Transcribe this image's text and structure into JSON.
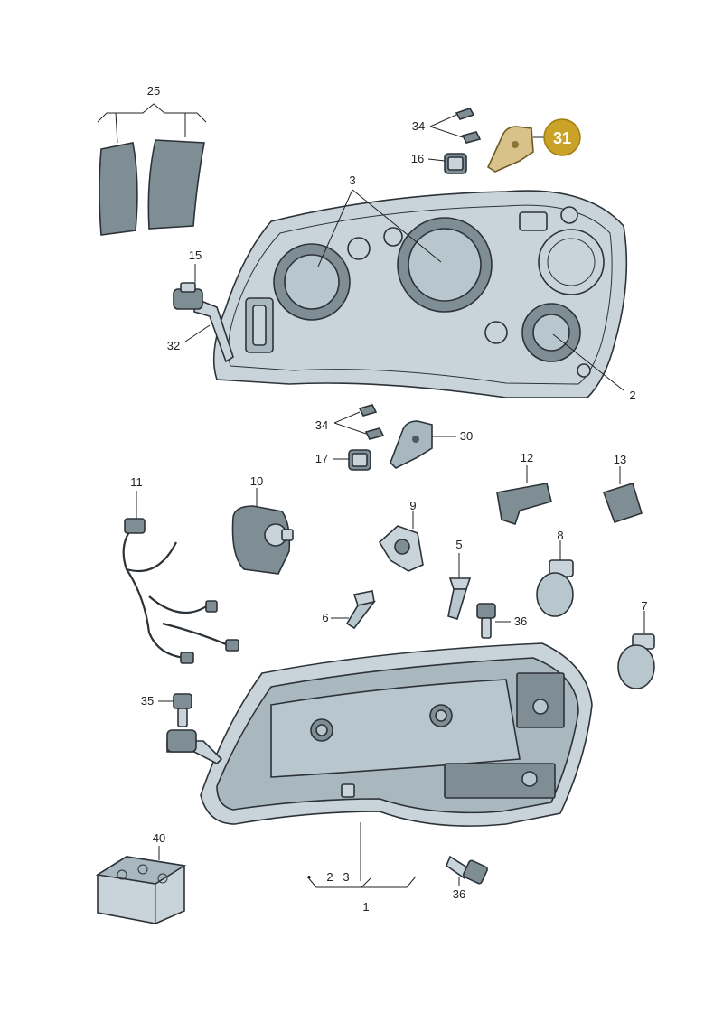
{
  "labels": {
    "l1": "1",
    "l2a": "2",
    "l2b": "2",
    "l3a": "3",
    "l3b": "3",
    "l5": "5",
    "l6": "6",
    "l7": "7",
    "l8": "8",
    "l9": "9",
    "l10": "10",
    "l11": "11",
    "l12": "12",
    "l13": "13",
    "l15": "15",
    "l16": "16",
    "l17": "17",
    "l25": "25",
    "l30": "30",
    "l31": "31",
    "l32": "32",
    "l34a": "34",
    "l34b": "34",
    "l35": "35",
    "l36a": "36",
    "l36b": "36",
    "l40": "40"
  },
  "colors": {
    "part_fill": "#c9d4da",
    "part_outline": "#2c3338",
    "highlight_badge": "#c9a227",
    "highlight_badge_outline": "#a07f12",
    "highlight_part": "#d8c28a"
  },
  "highlighted_part": "31"
}
